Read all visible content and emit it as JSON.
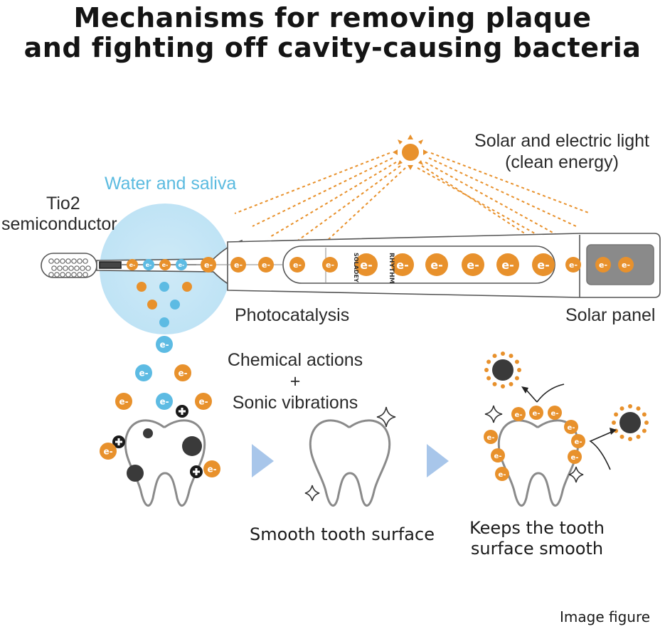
{
  "title": {
    "line1": "Mechanisms for removing plaque",
    "line2": "and fighting off cavity-causing bacteria"
  },
  "labels": {
    "solar_light_1": "Solar and electric light",
    "solar_light_2": "(clean energy)",
    "water_saliva": "Water and saliva",
    "tio2_1": "Tio2",
    "tio2_2": "semiconductor",
    "photocatalysis": "Photocatalysis",
    "solar_panel": "Solar panel",
    "chemical": "Chemical actions",
    "plus": "+",
    "sonic": "Sonic vibrations",
    "smooth": "Smooth tooth surface",
    "keeps_1": "Keeps the tooth",
    "keeps_2": "surface smooth",
    "figure": "Image figure"
  },
  "handle_text": {
    "brand": "SOLADEY",
    "model": "RHYTHM"
  },
  "electron_label": "e-",
  "colors": {
    "orange": "#e8912c",
    "blue": "#5dbbe3",
    "light_blue_glow": "#bfe3f5",
    "dark_gray": "#3a3a3a",
    "arrow_blue": "#a8c6ea",
    "panel_gray": "#8a8a8a"
  }
}
